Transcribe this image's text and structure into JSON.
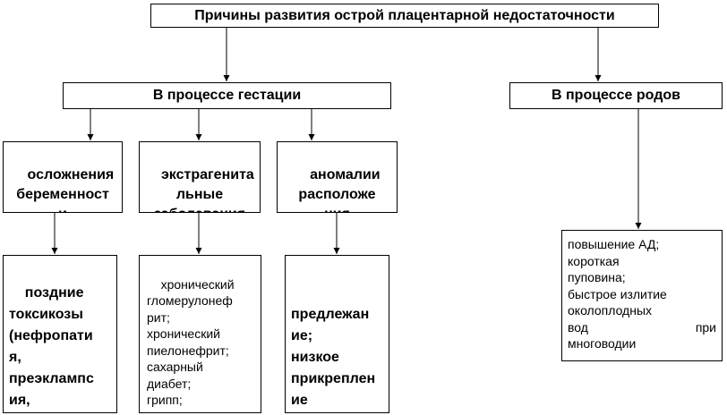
{
  "title": "Причины развития острой плацентарной недостаточности",
  "branches": {
    "gestation": "В процессе гестации",
    "labor": "В процессе родов"
  },
  "categories": [
    "осложнения\nбеременност\nи",
    "экстрагенита\nльные\nзаболевания",
    "аномалии\nрасположе\nния"
  ],
  "leaves": [
    "поздние\nтоксикозы\n(нефропати\nя,\nпреэклампс\nия,\nэклампсия)",
    "хронический\nгломерулонеф\nрит;\nхронический\nпиелонефрит;\nсахарный\nдиабет;\nгрипп;\nОРВИ",
    "предлежан\nие;\nнизкое\nприкреплен\nие"
  ],
  "labor_causes": [
    "повышение АД;",
    "короткая",
    "пуповина;",
    "быстрое излитие",
    "околоплодных",
    "вод при",
    "многоводии"
  ]
}
